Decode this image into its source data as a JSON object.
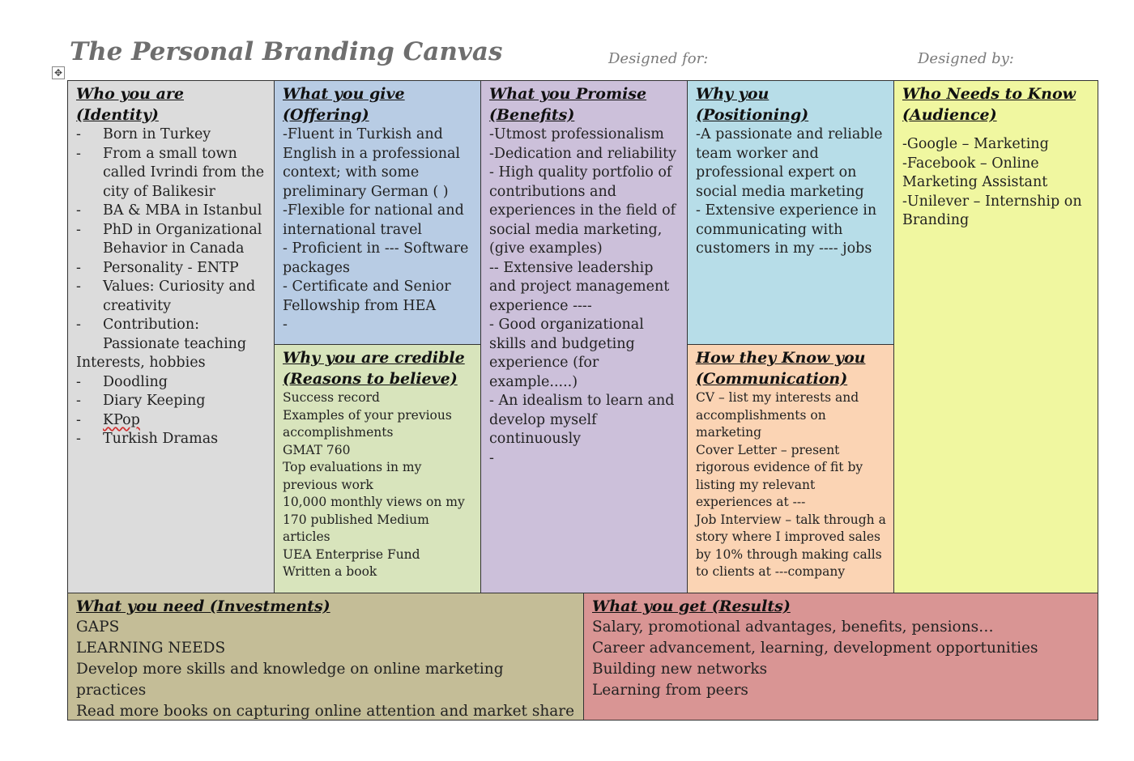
{
  "header": {
    "title": "The Personal Branding Canvas",
    "designed_for": "Designed for:",
    "designed_by": "Designed by:"
  },
  "identity": {
    "heading1": "Who you are",
    "heading2": "(Identity)",
    "items": [
      "Born in Turkey",
      "From a small town called Ivrindi from the city of Balikesir",
      "BA & MBA in Istanbul",
      "PhD in Organizational Behavior in Canada",
      "Personality - ENTP",
      "Values: Curiosity and creativity",
      "Contribution: Passionate teaching"
    ],
    "subheading": "Interests, hobbies",
    "hobbies": [
      "Doodling",
      "Diary Keeping",
      "KPop",
      "Turkish Dramas"
    ]
  },
  "offering": {
    "heading1": "What you give",
    "heading2": "(Offering)",
    "lines": [
      "-Fluent in Turkish and English in a professional context; with some preliminary German ( )",
      "-Flexible for national and international travel",
      "- Proficient in --- Software packages",
      "- Certificate and Senior Fellowship from HEA",
      "-"
    ]
  },
  "credible": {
    "heading1": "Why you are credible",
    "heading2": "(Reasons to believe)",
    "lines": [
      "Success record",
      "Examples of your previous accomplishments",
      "GMAT 760",
      "Top evaluations in my previous work",
      "10,000 monthly views on my 170 published Medium articles",
      "UEA Enterprise Fund",
      "Written a book"
    ]
  },
  "benefits": {
    "heading1": "What you Promise",
    "heading2": "(Benefits)",
    "lines": [
      "-Utmost professionalism",
      "-Dedication and reliability",
      "- High quality portfolio of contributions and experiences in the field of social media marketing, (give examples)",
      "-- Extensive leadership and project management experience ----",
      "- Good organizational skills and budgeting experience (for example.....)",
      "- An idealism to learn and develop myself continuously",
      "-"
    ]
  },
  "positioning": {
    "heading1": "Why you",
    "heading2": "(Positioning)",
    "lines": [
      "-A passionate and reliable team worker and professional expert on social media marketing",
      "- Extensive experience in communicating with customers in my  ---- jobs"
    ]
  },
  "communication": {
    "heading1": "How they Know you",
    "heading2": "(Communication)",
    "lines": [
      "CV – list my interests and accomplishments on marketing",
      "Cover Letter – present rigorous evidence of fit by listing my relevant experiences at ---",
      "Job Interview – talk through a story where I  improved sales by 10% through making calls to clients at ---company"
    ]
  },
  "audience": {
    "heading1": "Who Needs to Know",
    "heading2": "(Audience)",
    "lines": [
      "-Google – Marketing",
      "-Facebook – Online Marketing Assistant",
      "-Unilever – Internship on Branding"
    ]
  },
  "investments": {
    "heading": "What you need (Investments)",
    "lines": [
      "GAPS",
      "LEARNING NEEDS",
      "Develop more skills and knowledge on online marketing practices",
      "Read more books on capturing online attention and market share"
    ]
  },
  "results": {
    "heading": "What you get (Results)",
    "lines": [
      "Salary, promotional advantages, benefits, pensions…",
      "Career advancement, learning, development opportunities",
      "Building new networks",
      "Learning from peers"
    ]
  },
  "colors": {
    "identity": "#dcdcdc",
    "offering": "#b8cce4",
    "credible": "#d8e4bc",
    "benefits": "#ccc0da",
    "positioning": "#b7dde8",
    "communication": "#fbd4b4",
    "audience": "#f0f7a0",
    "investments": "#c4bd97",
    "results": "#d99594"
  },
  "icons": {
    "move_handle": "move-cross-icon"
  }
}
